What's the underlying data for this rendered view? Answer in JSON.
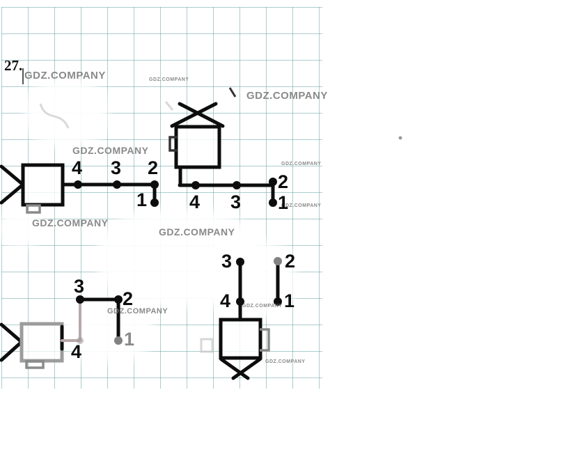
{
  "page": {
    "exercise_number": "27."
  },
  "watermark": {
    "text": "GDZ.COMPANY"
  },
  "labels": {
    "left_path": {
      "p1": "1",
      "p2": "2",
      "p3": "3",
      "p4": "4"
    },
    "top_path": {
      "p1": "1",
      "p2": "2",
      "p3": "3",
      "p4": "4"
    },
    "bottom_left_path": {
      "p1": "1",
      "p2": "2",
      "p3": "3",
      "p4": "4"
    },
    "bottom_right_path": {
      "p1": "1",
      "p2": "2",
      "p3": "3",
      "p4": "4"
    }
  },
  "colors": {
    "grid": "#6aa2a5",
    "ink": "#0d0d0d",
    "faded_gray": "#8a8a8a",
    "watermark": "#7d7d7d"
  }
}
